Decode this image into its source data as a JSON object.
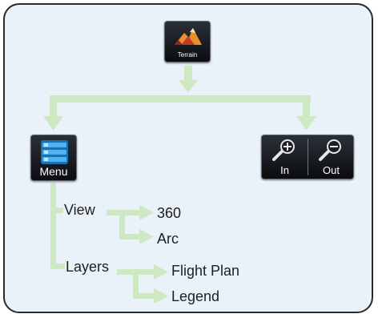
{
  "colors": {
    "frame_background": "#eaf2f9",
    "frame_border": "#2a2a2a",
    "connector": "#cfe8c4",
    "button_background": "#111418",
    "button_text": "#ffffff",
    "menu_icon": "#3fa7e8",
    "label_text": "#1e1e1e"
  },
  "buttons": {
    "terrain": {
      "label": "Terrain",
      "icon": "terrain-icon"
    },
    "menu": {
      "label": "Menu",
      "icon": "menu-list-icon"
    },
    "zoom_in": {
      "label": "In",
      "icon": "zoom-in-icon"
    },
    "zoom_out": {
      "label": "Out",
      "icon": "zoom-out-icon"
    }
  },
  "menu_tree": {
    "view": {
      "label": "View",
      "options": [
        "360",
        "Arc"
      ]
    },
    "layers": {
      "label": "Layers",
      "options": [
        "Flight Plan",
        "Legend"
      ]
    }
  }
}
